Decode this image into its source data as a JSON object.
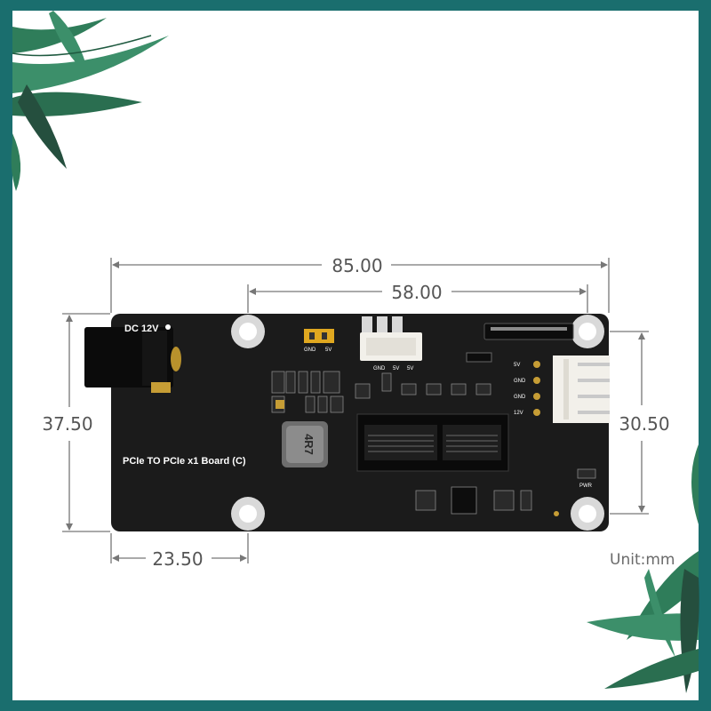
{
  "dimensions": {
    "overall_width": "85.00",
    "hole_spacing_x": "58.00",
    "overall_height": "37.50",
    "hole_spacing_y": "30.50",
    "hole_offset_x": "23.50"
  },
  "unit_label": "Unit:mm",
  "board": {
    "title": "PCIe TO PCIe x1 Board (C)",
    "power_label": "DC 12V",
    "jumper_labels": [
      "GND",
      "5V"
    ],
    "header_labels": [
      "GND",
      "5V",
      "5V"
    ],
    "fan_pin_labels": [
      "5V",
      "GND",
      "GND",
      "12V"
    ],
    "inductor_label": "4R7",
    "pwr_led_label": "PWR"
  },
  "colors": {
    "border": "#1a6e6e",
    "pcb": "#1b1b1b",
    "dimension_line": "#777777",
    "leaf": "#2f7d5a"
  }
}
